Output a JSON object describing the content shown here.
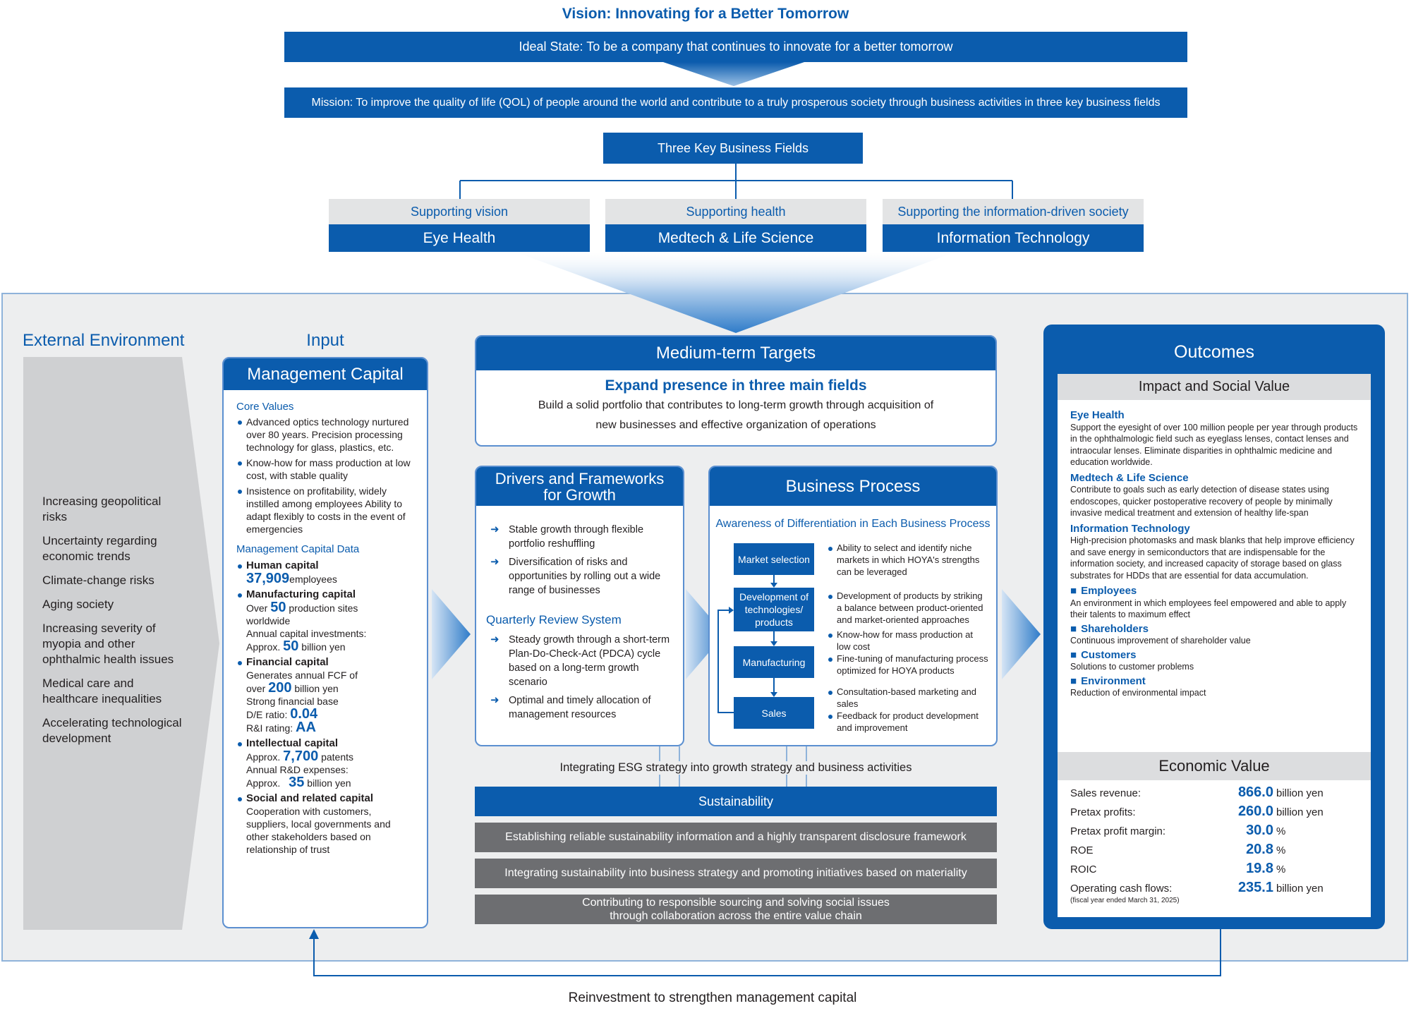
{
  "vision": "Vision: Innovating for a Better Tomorrow",
  "ideal_state": "Ideal State: To be a company that continues to innovate for a better tomorrow",
  "mission": "Mission: To improve the quality of life (QOL) of people around the world and contribute to a truly prosperous society through business activities in three key business fields",
  "three_fields_title": "Three Key Business Fields",
  "fields": [
    {
      "sub": "Supporting vision",
      "name": "Eye Health"
    },
    {
      "sub": "Supporting health",
      "name": "Medtech & Life Science"
    },
    {
      "sub": "Supporting the information-driven society",
      "name": "Information Technology"
    }
  ],
  "external": {
    "title": "External Environment",
    "items": [
      "Increasing geopolitical risks",
      "Uncertainty regarding economic trends",
      "Climate-change risks",
      "Aging society",
      "Increasing severity of myopia and other ophthalmic health issues",
      "Medical care and healthcare inequalities",
      "Accelerating technological development"
    ]
  },
  "input": {
    "title": "Input",
    "panel_title": "Management Capital",
    "core_values_title": "Core Values",
    "core_values": [
      "Advanced optics technology nurtured over 80 years. Precision processing technology for glass, plastics, etc.",
      "Know-how for mass production at low cost, with stable quality",
      "Insistence on profitability, widely instilled among employees Ability to adapt flexibly to costs in the event of emergencies"
    ],
    "data_title": "Management Capital Data",
    "human": {
      "title": "Human capital",
      "value": "37,909",
      "unit": "employees"
    },
    "manufacturing": {
      "title": "Manufacturing capital",
      "pre": "Over",
      "value": "50",
      "unit": "production sites",
      "line2": "worldwide",
      "line3": "Annual capital investments:",
      "pre2": "Approx.",
      "value2": "50",
      "unit2": "billion yen"
    },
    "financial": {
      "title": "Financial capital",
      "line1": "Generates annual FCF of",
      "pre": "over",
      "value": "200",
      "unit": "billion yen",
      "line3": "Strong financial base",
      "de_label": "D/E ratio:",
      "de_value": "0.04",
      "ri_label": "R&I rating:",
      "ri_value": "AA"
    },
    "intellectual": {
      "title": "Intellectual capital",
      "pre": "Approx.",
      "value": "7,700",
      "unit": "patents",
      "line2": "Annual R&D expenses:",
      "pre2": "Approx.",
      "value2": "35",
      "unit2": "billion yen"
    },
    "social": {
      "title": "Social and related capital",
      "text": "Cooperation with customers, suppliers, local governments and other stakeholders based on relationship of trust"
    }
  },
  "medium": {
    "title": "Medium-term Targets",
    "headline": "Expand presence in three main fields",
    "line1": "Build a solid portfolio that contributes to long-term growth through acquisition of",
    "line2": "new businesses and effective organization of operations"
  },
  "drivers": {
    "title_line1": "Drivers and Frameworks",
    "title_line2": "for Growth",
    "items": [
      "Stable growth through flexible portfolio reshuffling",
      "Diversification of risks and opportunities by rolling out a wide range of businesses"
    ],
    "qrs_title": "Quarterly Review System",
    "qrs_items": [
      "Steady growth through a short-term Plan-Do-Check-Act (PDCA) cycle based on a long-term growth scenario",
      "Optimal and timely allocation of management resources"
    ]
  },
  "process": {
    "title": "Business Process",
    "subtitle": "Awareness of Differentiation in Each Business Process",
    "steps": [
      "Market selection",
      "Development of technologies/ products",
      "Manufacturing",
      "Sales"
    ],
    "notes": [
      [
        "Ability to select and identify niche markets in which HOYA's strengths can be leveraged"
      ],
      [
        "Development of products by striking a balance between product-oriented and market-oriented approaches"
      ],
      [
        "Know-how for mass production at low cost",
        "Fine-tuning of manufacturing process optimized for HOYA products"
      ],
      [
        "Consultation-based marketing and sales",
        "Feedback for product development and improvement"
      ]
    ]
  },
  "esg_text": "Integrating ESG strategy into growth strategy and business activities",
  "sustainability": {
    "title": "Sustainability",
    "bars": [
      "Establishing reliable sustainability information and a highly transparent disclosure framework",
      "Integrating sustainability into business strategy and promoting initiatives based on materiality",
      "Contributing to responsible sourcing and solving social issues through collaboration across the entire value chain"
    ]
  },
  "outcomes": {
    "title": "Outcomes",
    "impact_title": "Impact and Social Value",
    "impact": [
      {
        "title": "Eye Health",
        "text": "Support the eyesight of over 100 million people per year through products in the ophthalmologic field such as eyeglass lenses, contact lenses and intraocular lenses. Eliminate disparities in ophthalmic medicine and education worldwide."
      },
      {
        "title": "Medtech & Life Science",
        "text": "Contribute to goals such as early detection of disease states using endoscopes, quicker postoperative recovery of people by minimally invasive medical treatment and extension of healthy life-span"
      },
      {
        "title": "Information Technology",
        "text": "High-precision photomasks and mask blanks that help improve efficiency and save energy in semiconductors that are indispensable for the information society, and increased capacity of storage based on glass substrates for HDDs that are essential for data accumulation."
      }
    ],
    "stakeholders": [
      {
        "title": "Employees",
        "text": "An environment in which employees feel empowered and able to apply their talents to maximum effect"
      },
      {
        "title": "Shareholders",
        "text": "Continuous improvement of shareholder value"
      },
      {
        "title": "Customers",
        "text": "Solutions to customer problems"
      },
      {
        "title": "Environment",
        "text": "Reduction of environmental impact"
      }
    ],
    "economic_title": "Economic Value",
    "economic": [
      {
        "label": "Sales revenue:",
        "value": "866.0",
        "unit": "billion yen"
      },
      {
        "label": "Pretax profits:",
        "value": "260.0",
        "unit": "billion yen"
      },
      {
        "label": "Pretax profit margin:",
        "value": "30.0",
        "unit": "%"
      },
      {
        "label": "ROE",
        "value": "20.8",
        "unit": "%"
      },
      {
        "label": "ROIC",
        "value": "19.8",
        "unit": "%"
      },
      {
        "label": "Operating cash flows:",
        "value": "235.1",
        "unit": "billion yen"
      }
    ],
    "fiscal_note": "(fiscal year ended March 31, 2025)"
  },
  "reinvestment": "Reinvestment to strengthen management capital"
}
